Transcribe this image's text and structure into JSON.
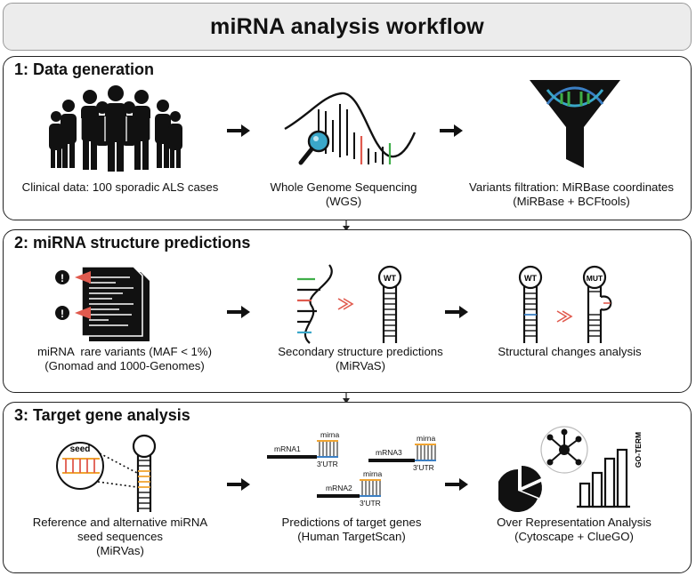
{
  "title": "miRNA analysis workflow",
  "panels": [
    {
      "title": "1: Data generation",
      "steps": [
        {
          "lines": [
            "Clinical data: 100 sporadic ALS cases"
          ]
        },
        {
          "lines": [
            "Whole Genome Sequencing",
            "(WGS)"
          ]
        },
        {
          "lines": [
            "Variants filtration: MiRBase coordinates",
            "(MiRBase + BCFtools)"
          ]
        }
      ]
    },
    {
      "title": "2: miRNA structure predictions",
      "steps": [
        {
          "lines": [
            "miRNA  rare variants (MAF < 1%)",
            "(Gnomad and 1000-Genomes)"
          ]
        },
        {
          "lines": [
            "Secondary structure predictions",
            "(MiRVaS)"
          ]
        },
        {
          "lines": [
            "Structural changes analysis"
          ]
        }
      ],
      "labels": {
        "wt": "WT",
        "mut": "MUT"
      }
    },
    {
      "title": "3: Target gene analysis",
      "steps": [
        {
          "lines": [
            "Reference and alternative miRNA",
            "seed sequences",
            "(MiRVas)"
          ]
        },
        {
          "lines": [
            "Predictions of target genes",
            "(Human TargetScan)"
          ]
        },
        {
          "lines": [
            "Over Representation Analysis",
            "(Cytoscape + ClueGO)"
          ]
        }
      ],
      "labels": {
        "seed": "seed",
        "mrna1": "mRNA1",
        "mrna2": "mRNA2",
        "mrna3": "mRNA3",
        "mirna": "mirna",
        "utr": "3'UTR",
        "goterm": "GO-TERM"
      }
    }
  ],
  "colors": {
    "red": "#e05a4e",
    "green": "#3fae49",
    "blue": "#3b7fc4",
    "orange": "#f0a431",
    "teal": "#3aa7c9"
  }
}
